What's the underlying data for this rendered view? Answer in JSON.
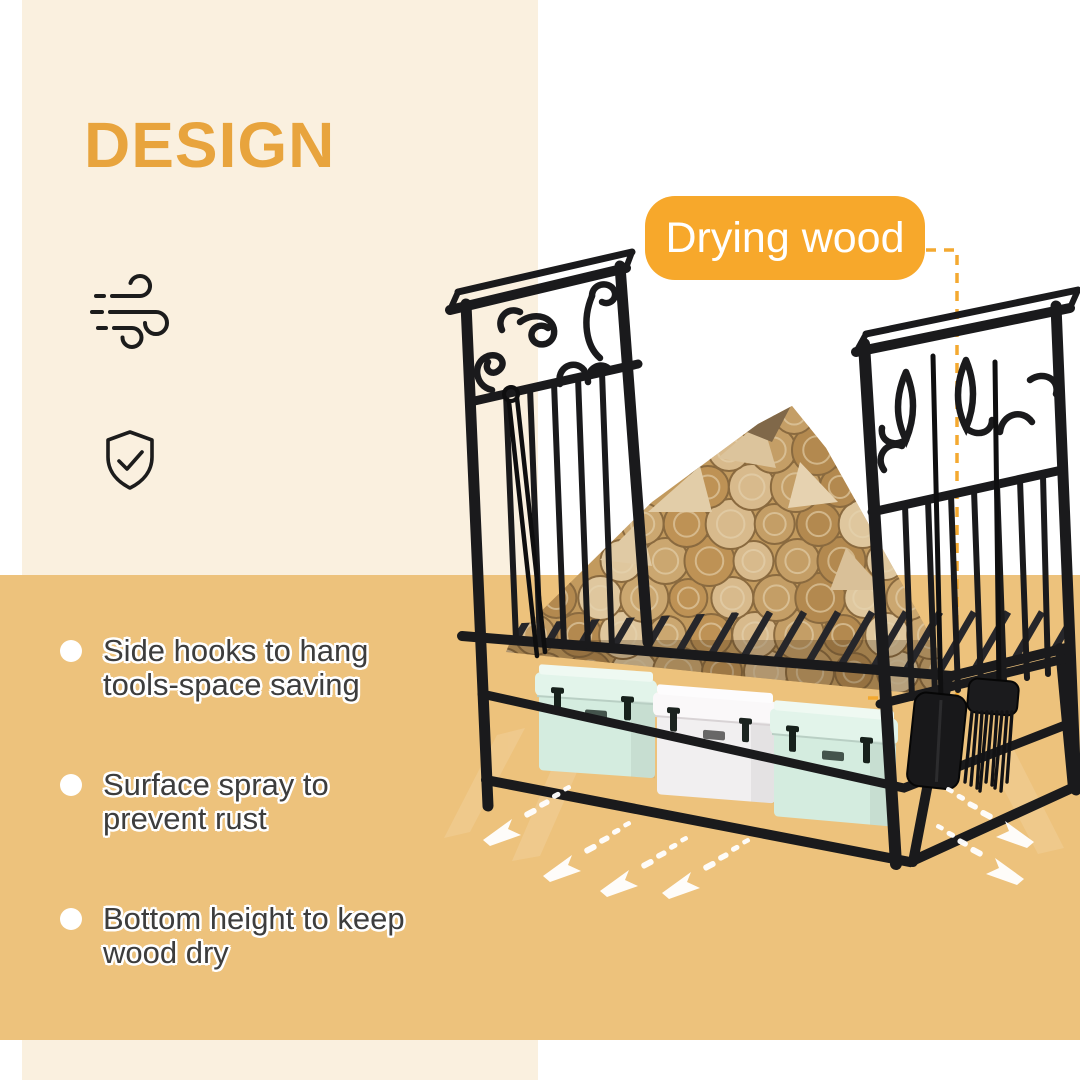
{
  "title": {
    "text": "DESIGN"
  },
  "callout": {
    "label": "Drying wood"
  },
  "features": [
    {
      "line1": "Side hooks to hang",
      "line2": "tools-space saving"
    },
    {
      "line1": "Surface spray to",
      "line2": "prevent rust"
    },
    {
      "line1": "Bottom height to keep",
      "line2": "wood dry"
    }
  ],
  "icons": [
    {
      "name": "wind-icon"
    },
    {
      "name": "shield-check-icon"
    }
  ],
  "palette": {
    "cream": "#FAF0DF",
    "tan": "#EDC27C",
    "accent_orange": "#E8A43D",
    "callout_orange": "#F7A82B",
    "dashed_line_orange": "#F4A930",
    "text_dark": "#3D3D3D",
    "bullet_white": "#FFFFFF",
    "rack_black": "#1A1A1C",
    "wood_tan": "#C9A368",
    "cooler_mint": "#D6EEE1",
    "cooler_white": "#F3F1F2"
  }
}
